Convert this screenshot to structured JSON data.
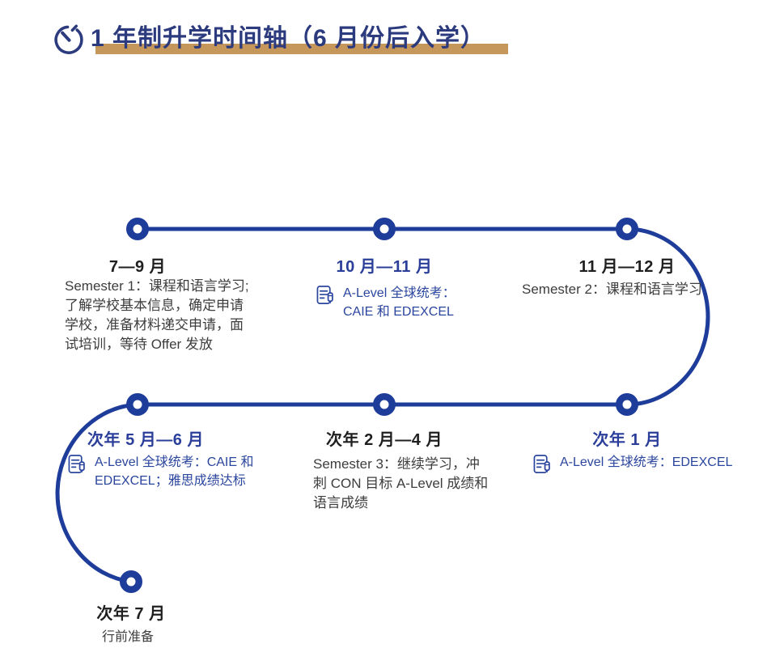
{
  "title": {
    "text": "1 年制升学时间轴（6 月份后入学）",
    "icon": "clock-icon"
  },
  "colors": {
    "timeline_blue": "#1E3C99",
    "title_blue": "#2C3A7E",
    "period_blue": "#2B3F9A",
    "text_blue": "#2B469E",
    "underline_tan": "#C6975A",
    "body_gray": "#3D3D3D"
  },
  "timeline": {
    "nodes": [
      {
        "period": "7—9 月",
        "description": "Semester 1：课程和语言学习;\n了解学校基本信息，确定申请\n学校，准备材料递交申请，面\n试培训，等待 Offer 发放"
      },
      {
        "period": "10 月—11 月",
        "icon": "exam-doc-icon",
        "description": "A-Level 全球统考：\nCAIE 和 EDEXCEL"
      },
      {
        "period": "11 月—12 月",
        "description": "Semester 2：课程和语言学习"
      },
      {
        "period": "次年 1 月",
        "icon": "exam-doc-icon",
        "description": "A-Level 全球统考：EDEXCEL"
      },
      {
        "period": "次年 2 月—4 月",
        "description": "Semester 3：继续学习，冲\n刺 CON 目标 A-Level 成绩和\n语言成绩"
      },
      {
        "period": "次年 5 月—6 月",
        "icon": "exam-doc-icon",
        "description": "A-Level 全球统考：CAIE 和\nEDEXCEL；雅思成绩达标"
      },
      {
        "period": "次年 7 月",
        "description": "行前准备"
      }
    ]
  }
}
